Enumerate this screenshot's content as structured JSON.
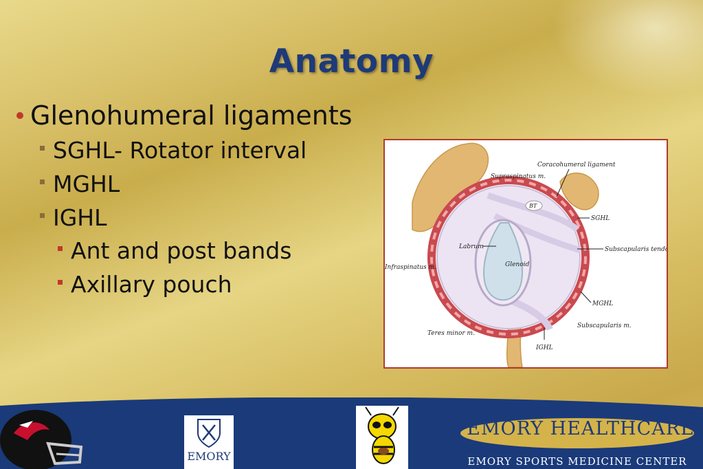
{
  "slide": {
    "title": "Anatomy",
    "bullets": [
      {
        "level": 1,
        "text": "Glenohumeral ligaments"
      },
      {
        "level": 2,
        "text": "SGHL- Rotator interval"
      },
      {
        "level": 2,
        "text": "MGHL"
      },
      {
        "level": 2,
        "text": "IGHL"
      },
      {
        "level": 3,
        "text": "Ant and post bands"
      },
      {
        "level": 3,
        "text": "Axillary pouch"
      }
    ]
  },
  "figure": {
    "labels": {
      "coracohumeral": "Coracohumeral ligament",
      "supraspinatus": "Supraspinatus m.",
      "bt": "BT",
      "sghl": "SGHL",
      "subscap_tendon": "Subscapularis tendon",
      "labrum": "Labrum",
      "glenoid": "Glenoid",
      "infraspinatus": "Infraspinatus m.",
      "mghl": "MGHL",
      "subscap_m": "Subscapularis m.",
      "teres_minor": "Teres minor m.",
      "ighl": "IGHL"
    }
  },
  "footer": {
    "emory_logo_text": "EMORY",
    "eh_title": "EMORY HEALTHCARE",
    "eh_subtitle": "EMORY SPORTS MEDICINE CENTER"
  },
  "colors": {
    "title": "#1e3a78",
    "footer_blue": "#1a3a7a",
    "bullet_red": "#c0392b",
    "frame_red": "#b03a2e"
  },
  "icons": [
    "falcons-helmet-logo",
    "emory-shield-logo",
    "yellow-jacket-mascot-logo"
  ]
}
